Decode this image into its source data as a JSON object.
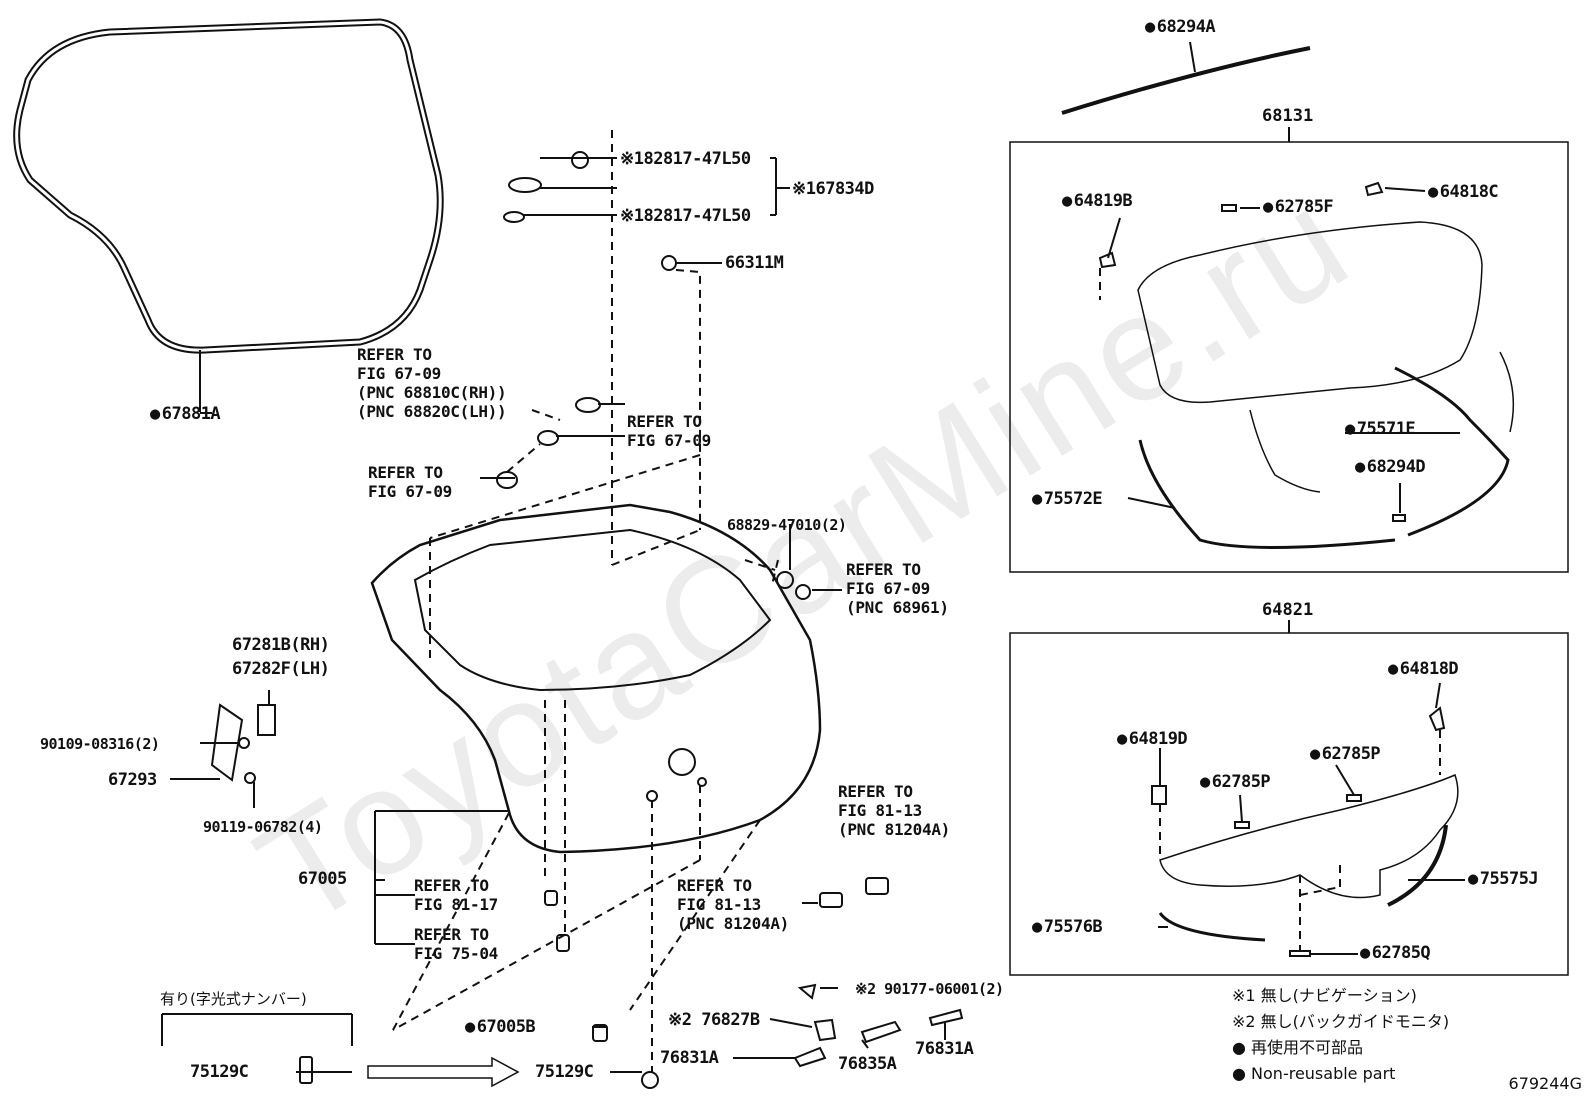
{
  "watermark": "ToyotaCarMine.ru",
  "figure_number": "679244G",
  "legend": {
    "note1": "※1 無し(ナビゲーション)",
    "note2": "※2 無し(バックガイドモニタ)",
    "note3": "● 再使用不可部品",
    "note4": "● Non-reusable part"
  },
  "plate_note": "有り(字光式ナンバー)",
  "boxes": {
    "box1_title": "68131",
    "box2_title": "64821"
  },
  "parts": {
    "p68294A": "68294A",
    "p67881A": "67881A",
    "p82817a": "※182817-47L50",
    "p82817b": "※182817-47L50",
    "p67834D": "※167834D",
    "p66311M": "66311M",
    "p64819B": "64819B",
    "p62785F": "62785F",
    "p64818C": "64818C",
    "p75571E": "75571E",
    "p68294D": "68294D",
    "p75572E": "75572E",
    "p68829": "68829-47010(2)",
    "p67281B": "67281B(RH)",
    "p67282F": "67282F(LH)",
    "p90109": "90109-08316(2)",
    "p67293": "67293",
    "p90119": "90119-06782(4)",
    "p67005": "67005",
    "p64818D": "64818D",
    "p64819D": "64819D",
    "p62785P_a": "62785P",
    "p62785P_b": "62785P",
    "p75575J": "75575J",
    "p75576B": "75576B",
    "p62785Q": "62785Q",
    "p90177": "※2 90177-06001(2)",
    "p76827B": "※2 76827B",
    "p67005B": "67005B",
    "p76831A_a": "76831A",
    "p76831A_b": "76831A",
    "p76835A": "76835A",
    "p75129C_a": "75129C",
    "p75129C_b": "75129C"
  },
  "refs": {
    "r1": [
      "REFER TO",
      "FIG 67-09",
      "(PNC 68810C(RH))",
      "(PNC 68820C(LH))"
    ],
    "r2": [
      "REFER TO",
      "FIG 67-09"
    ],
    "r3": [
      "REFER TO",
      "FIG 67-09"
    ],
    "r4": [
      "REFER TO",
      "FIG 67-09",
      "(PNC 68961)"
    ],
    "r5": [
      "REFER TO",
      "FIG 81-13",
      "(PNC 81204A)"
    ],
    "r6": [
      "REFER TO",
      "FIG 81-17"
    ],
    "r7": [
      "REFER TO",
      "FIG 75-04"
    ],
    "r8": [
      "REFER TO",
      "FIG 81-13",
      "(PNC 81204A)"
    ]
  }
}
